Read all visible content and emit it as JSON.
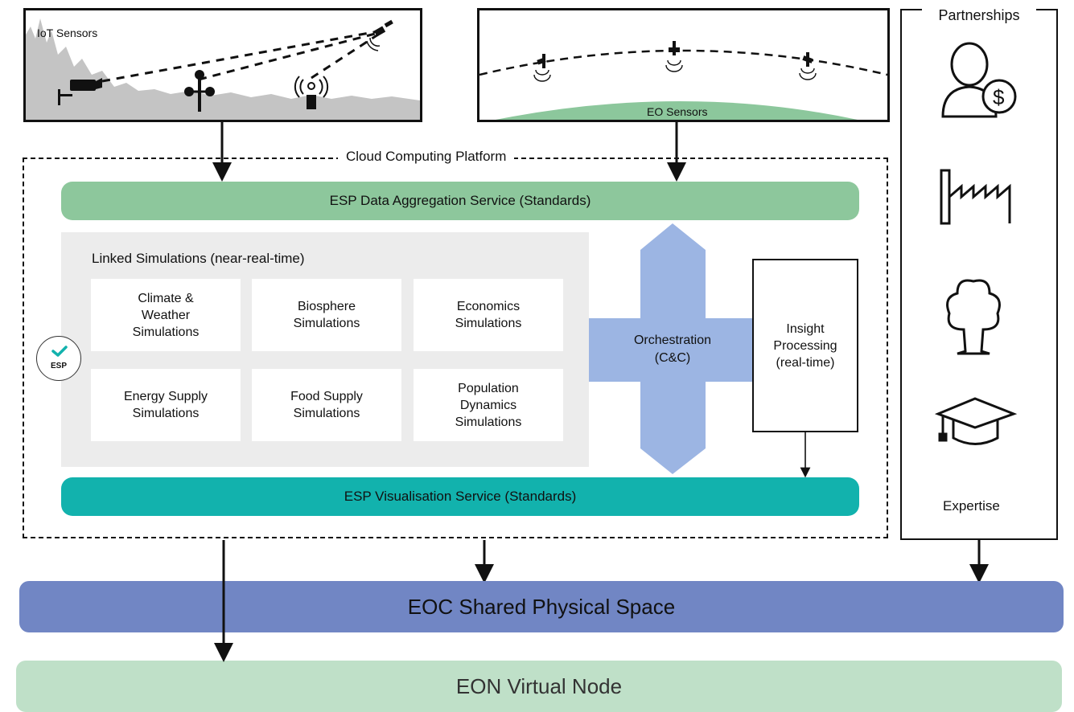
{
  "iot_panel": {
    "label": "IoT Sensors"
  },
  "eo_panel": {
    "label": "EO Sensors"
  },
  "cloud": {
    "title": "Cloud Computing Platform"
  },
  "aggregation": {
    "label": "ESP Data Aggregation Service (Standards)"
  },
  "linked_sims": {
    "title": "Linked Simulations (near-real-time)",
    "items": [
      "Climate &\nWeather\nSimulations",
      "Biosphere\nSimulations",
      "Economics\nSimulations",
      "Energy Supply\nSimulations",
      "Food Supply\nSimulations",
      "Population\nDynamics\nSimulations"
    ]
  },
  "esp_badge": {
    "label": "ESP"
  },
  "orchestration": {
    "line1": "Orchestration",
    "line2": "(C&C)"
  },
  "insight": {
    "label": "Insight\nProcessing\n(real-time)"
  },
  "visualisation": {
    "label": "ESP Visualisation Service (Standards)"
  },
  "partnerships": {
    "title": "Partnerships",
    "footer": "Expertise",
    "icons": [
      "investor-icon",
      "factory-icon",
      "tree-icon",
      "graduation-cap-icon"
    ]
  },
  "eoc": {
    "label": "EOC Shared Physical Space"
  },
  "eon": {
    "label": "EON Virtual Node"
  },
  "colors": {
    "green_bar": "#8dc79c",
    "teal_bar": "#12b2ad",
    "orchestration": "#9cb5e3",
    "eoc_bar": "#7186c4",
    "eon_bar": "#bfe0c8",
    "earth": "#8cc79c",
    "tree_gray": "#c4c4c4"
  }
}
